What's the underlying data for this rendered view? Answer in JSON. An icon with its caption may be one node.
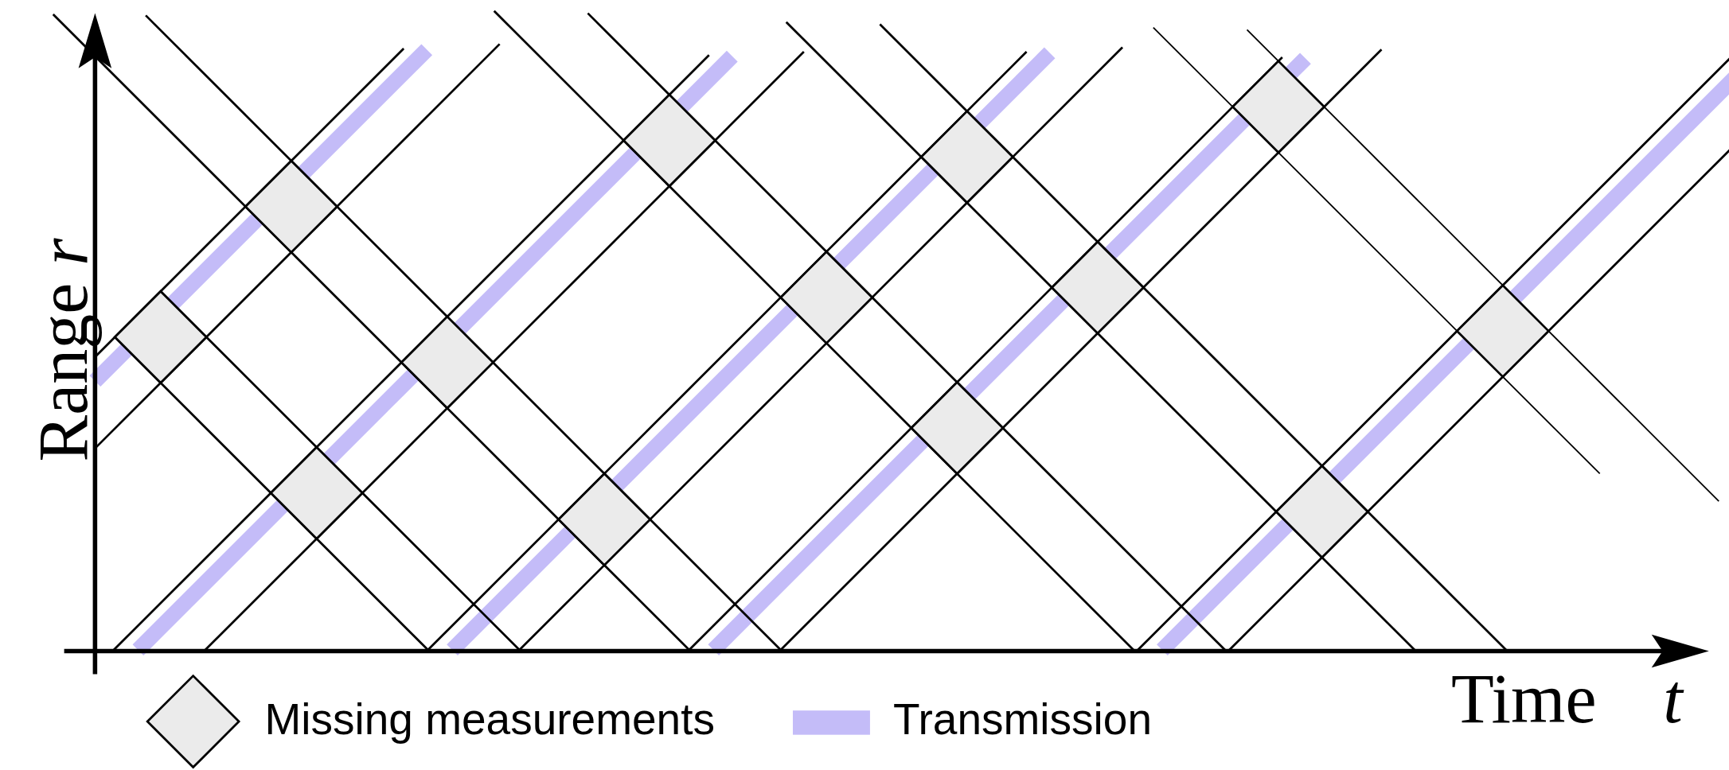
{
  "diagram": {
    "labels": [
      "Range *r*",
      "Time *t*"
    ],
    "legend": [
      {
        "text": "Missing measurements"
      },
      {
        "text": "Transmission",
        "color": "#c4bcf8"
      }
    ]
  }
}
